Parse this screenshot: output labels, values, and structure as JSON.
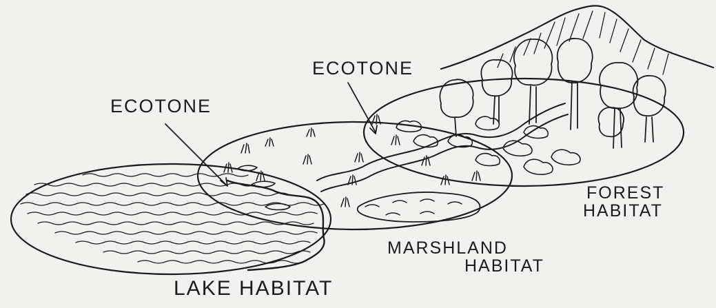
{
  "labels": {
    "ecotone_left": "Ecotone",
    "ecotone_right": "Ecotone",
    "lake": "Lake Habitat",
    "marsh_line1": "Marshland",
    "marsh_line2": "Habitat",
    "forest_line1": "Forest",
    "forest_line2": "Habitat"
  },
  "colors": {
    "ink": "#1c1c1c",
    "paper": "#f1f1ef"
  }
}
